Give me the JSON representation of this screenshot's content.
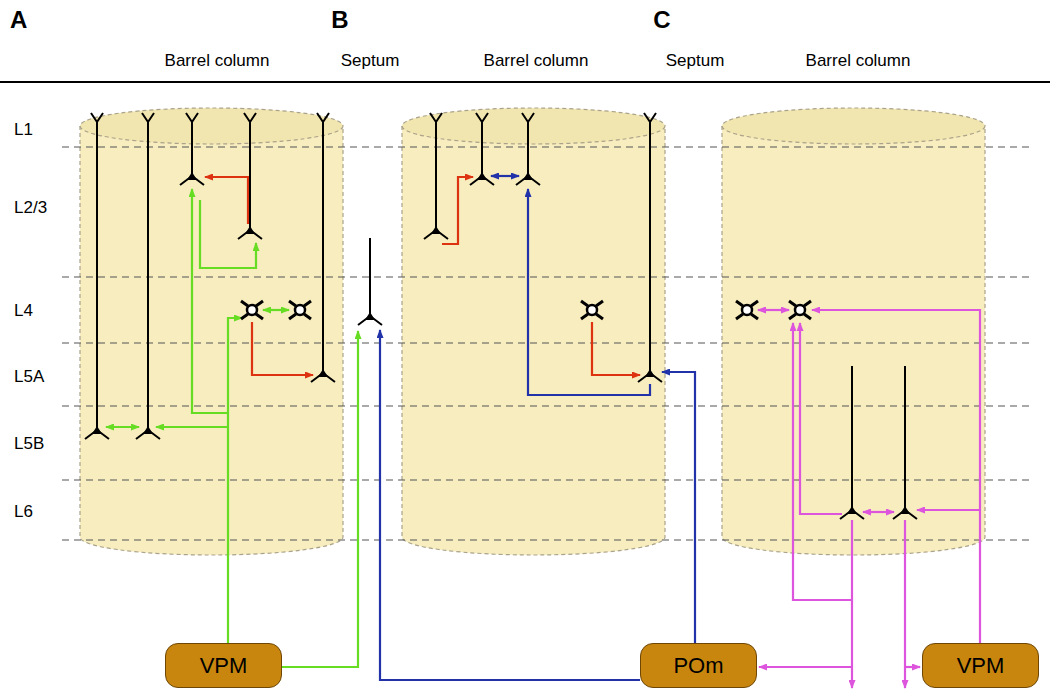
{
  "diagram": {
    "nodes": [
      {
        "text": [
          "VPM"
        ]
      },
      {
        "text": [
          "POm"
        ]
      },
      {
        "text": [
          "VPM"
        ]
      }
    ],
    "labels": [
      "A",
      "B",
      "C",
      "Barrel column",
      "Septum",
      "Barrel column",
      "Septum",
      "Barrel column",
      "L1",
      "L2/3",
      "L4",
      "L5A",
      "L5B",
      "L6"
    ]
  }
}
